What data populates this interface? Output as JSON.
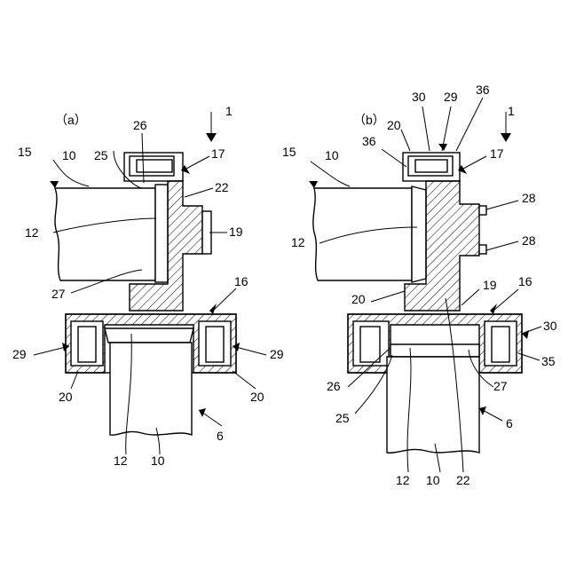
{
  "figures": [
    {
      "id": "a",
      "caption": "（a）",
      "labels": [
        {
          "id": "l1",
          "text": "1"
        },
        {
          "id": "l26",
          "text": "26"
        },
        {
          "id": "l15",
          "text": "15"
        },
        {
          "id": "l10",
          "text": "10"
        },
        {
          "id": "l25",
          "text": "25"
        },
        {
          "id": "l17",
          "text": "17"
        },
        {
          "id": "l22",
          "text": "22"
        },
        {
          "id": "l12",
          "text": "12"
        },
        {
          "id": "l19",
          "text": "19"
        },
        {
          "id": "l27",
          "text": "27"
        },
        {
          "id": "l16",
          "text": "16"
        },
        {
          "id": "l29L",
          "text": "29"
        },
        {
          "id": "l29R",
          "text": "29"
        },
        {
          "id": "l20L",
          "text": "20"
        },
        {
          "id": "l20R",
          "text": "20"
        },
        {
          "id": "l6",
          "text": "6"
        },
        {
          "id": "l12b",
          "text": "12"
        },
        {
          "id": "l10b",
          "text": "10"
        }
      ]
    },
    {
      "id": "b",
      "caption": "（b）",
      "labels": [
        {
          "id": "l30",
          "text": "30"
        },
        {
          "id": "l29",
          "text": "29"
        },
        {
          "id": "l36a",
          "text": "36"
        },
        {
          "id": "l1",
          "text": "1"
        },
        {
          "id": "l20",
          "text": "20"
        },
        {
          "id": "l36b",
          "text": "36"
        },
        {
          "id": "l15",
          "text": "15"
        },
        {
          "id": "l10",
          "text": "10"
        },
        {
          "id": "l17",
          "text": "17"
        },
        {
          "id": "l28a",
          "text": "28"
        },
        {
          "id": "l12",
          "text": "12"
        },
        {
          "id": "l28b",
          "text": "28"
        },
        {
          "id": "l20b",
          "text": "20"
        },
        {
          "id": "l19",
          "text": "19"
        },
        {
          "id": "l16",
          "text": "16"
        },
        {
          "id": "l30b",
          "text": "30"
        },
        {
          "id": "l35",
          "text": "35"
        },
        {
          "id": "l26",
          "text": "26"
        },
        {
          "id": "l27",
          "text": "27"
        },
        {
          "id": "l25",
          "text": "25"
        },
        {
          "id": "l6",
          "text": "6"
        },
        {
          "id": "l12b",
          "text": "12"
        },
        {
          "id": "l10b",
          "text": "10"
        },
        {
          "id": "l22",
          "text": "22"
        }
      ]
    }
  ]
}
